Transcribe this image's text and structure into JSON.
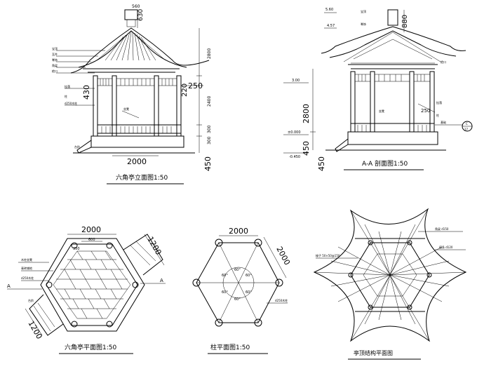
{
  "elevation": {
    "title": "六角亭立面图1:50",
    "dims": {
      "top": "560",
      "finial": "630",
      "h2800": "2800",
      "h2400": "2400",
      "h450": "450",
      "w2000": "2000",
      "s250": "250",
      "s220": "220",
      "s300": "300",
      "s430": "430",
      "s300b": "300"
    },
    "notes": [
      "宝顶",
      "瓦件",
      "脊饰",
      "角梁",
      "檐口",
      "挂落",
      "柱",
      "坐凳",
      "台阶",
      "d250木柱"
    ]
  },
  "section": {
    "title": "A-A 剖面图1:50",
    "dims": {
      "h2800": "2800",
      "h450": "450",
      "s250": "250",
      "s880": "880",
      "s450b": "450"
    },
    "levels": {
      "top": "5.60",
      "mid": "4.57",
      "eave": "3.00",
      "ground": "±0.000",
      "base": "-0.450"
    },
    "notes": [
      "宝顶",
      "脊饰",
      "檐口",
      "挂落",
      "坐凳",
      "柱",
      "基础"
    ],
    "ref": {
      "num": "C",
      "sheet": "27"
    }
  },
  "plan": {
    "title": "六角亭平面图1:50",
    "dims": {
      "w2000": "2000",
      "c600": "600",
      "s350": "350",
      "r1200a": "1200",
      "r1200b": "1200"
    },
    "section_mark": "A",
    "notes": [
      "木柱坐凳",
      "青砖铺地",
      "d250木柱",
      "台阶"
    ]
  },
  "column_plan": {
    "title": "柱平面图1:50",
    "dims": {
      "w2000": "2000",
      "r2000": "2000"
    },
    "angle": "60°",
    "notes": [
      "d250木柱"
    ]
  },
  "roof_plan": {
    "title": "亭顶结构平面图",
    "notes": [
      "角梁 d150",
      "檩条 d120",
      "椽子 50×50@150"
    ]
  }
}
